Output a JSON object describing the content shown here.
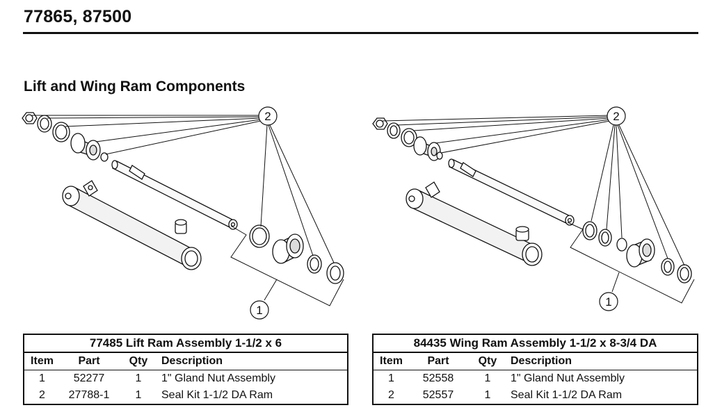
{
  "header": {
    "model_numbers": "77865, 87500",
    "section_title": "Lift and Wing Ram Components"
  },
  "diagrams": {
    "left": {
      "callout_top": "2",
      "callout_bottom": "1"
    },
    "right": {
      "callout_top": "2",
      "callout_bottom": "1"
    }
  },
  "tables": {
    "left": {
      "caption": "77485  Lift Ram Assembly 1-1/2 x 6",
      "columns": [
        "Item",
        "Part",
        "Qty",
        "Description"
      ],
      "rows": [
        {
          "item": "1",
          "part": "52277",
          "qty": "1",
          "description": "1\" Gland Nut Assembly"
        },
        {
          "item": "2",
          "part": "27788-1",
          "qty": "1",
          "description": "Seal Kit 1-1/2 DA Ram"
        }
      ]
    },
    "right": {
      "caption": "84435  Wing Ram Assembly 1-1/2 x 8-3/4 DA",
      "columns": [
        "Item",
        "Part",
        "Qty",
        "Description"
      ],
      "rows": [
        {
          "item": "1",
          "part": "52558",
          "qty": "1",
          "description": "1\" Gland Nut Assembly"
        },
        {
          "item": "2",
          "part": "52557",
          "qty": "1",
          "description": "Seal Kit 1-1/2 DA Ram"
        }
      ]
    }
  }
}
